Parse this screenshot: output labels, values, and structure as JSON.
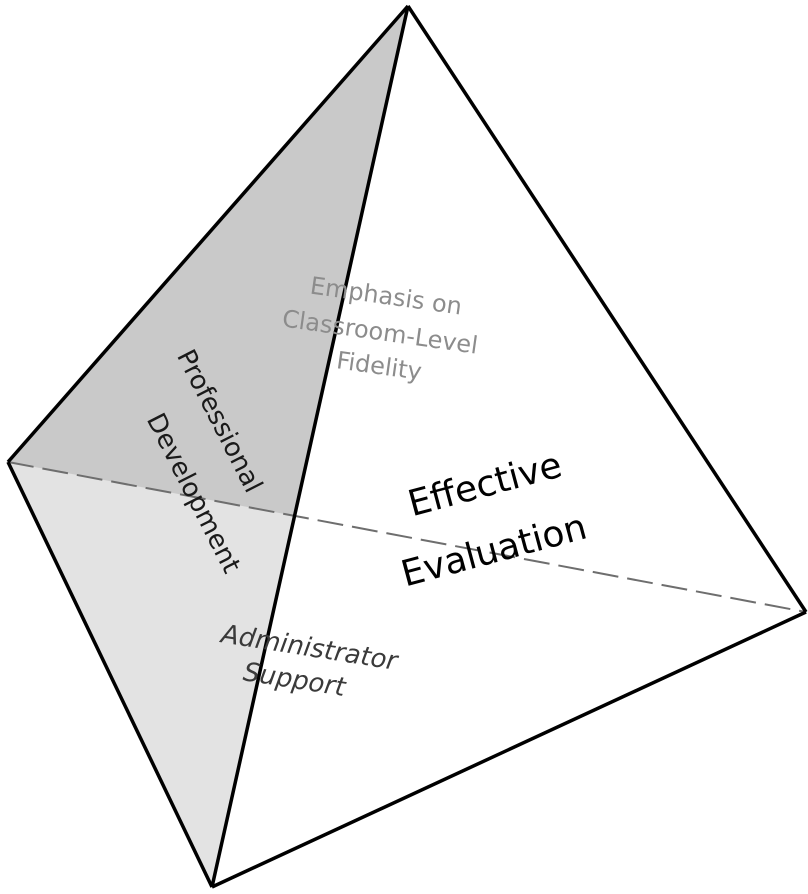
{
  "diagram": {
    "faces": {
      "back_face": {
        "label": "Emphasis on Classroom-Level Fidelity",
        "lines": [
          "Emphasis on",
          "Classroom-Level",
          "Fidelity"
        ]
      },
      "left_face": {
        "label": "Professional Development",
        "lines": [
          "Professional",
          "Development"
        ]
      },
      "front_face": {
        "label": "Effective Evaluation",
        "lines": [
          "Effective",
          "Evaluation"
        ]
      },
      "bottom_face": {
        "label": "Administrator Support",
        "lines": [
          "Administrator",
          "Support"
        ]
      }
    },
    "colors": {
      "left_face_fill": "#c9c9c9",
      "bottom_face_fill": "#e3e3e3",
      "edge": "#000000",
      "hidden_edge": "#6e6e6e",
      "muted_text": "#8c8c8c",
      "dark_text": "#3a3a3a",
      "main_text": "#000000"
    }
  }
}
